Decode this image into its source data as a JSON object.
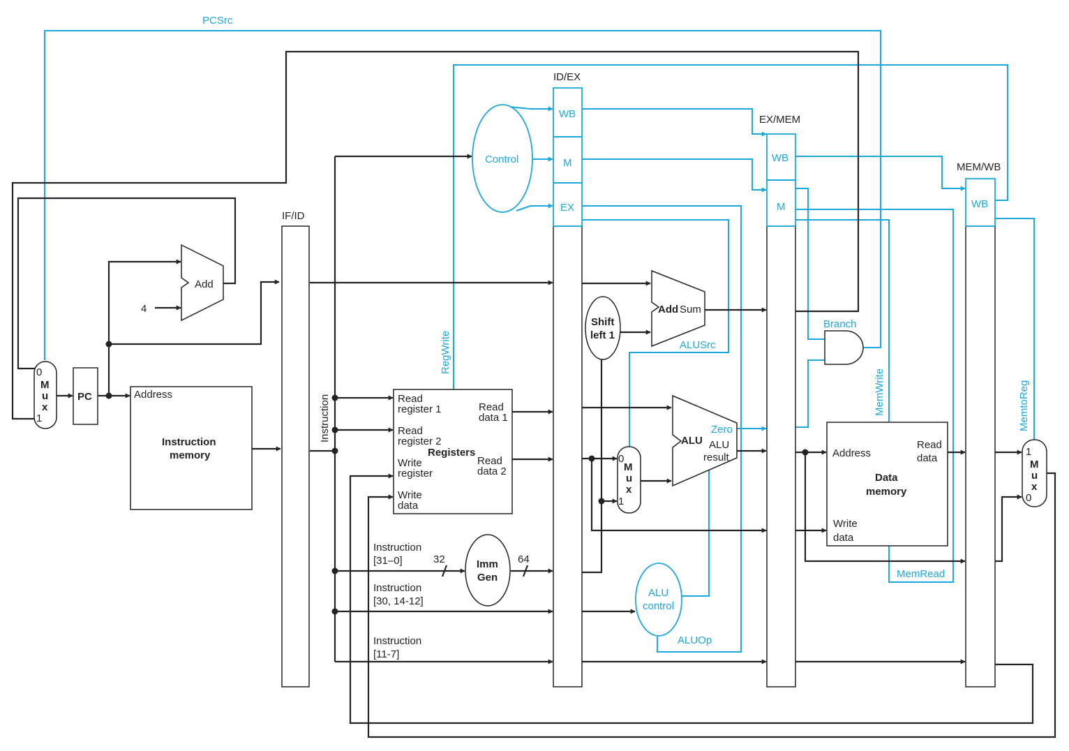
{
  "signals": {
    "pcsrc": "PCSrc",
    "regwrite": "RegWrite",
    "branch": "Branch",
    "memwrite": "MemWrite",
    "memtoreg": "MemtoReg",
    "memread": "MemRead",
    "alusrc": "ALUSrc",
    "aluop": "ALUOp"
  },
  "pipeline": {
    "ifid": "IF/ID",
    "idex": "ID/EX",
    "exmem": "EX/MEM",
    "memwb": "MEM/WB",
    "wb": "WB",
    "m": "M",
    "ex": "EX"
  },
  "units": {
    "control": "Control",
    "add": "Add",
    "add_sum": "Sum",
    "four": "4",
    "pc": "PC",
    "address": "Address",
    "imem_line1": "Instruction",
    "imem_line2": "memory",
    "instruction": "Instruction",
    "registers": "Registers",
    "read_register_1": [
      "Read",
      "register 1"
    ],
    "read_register_2": [
      "Read",
      "register 2"
    ],
    "write_register": [
      "Write",
      "register"
    ],
    "write_data": [
      "Write",
      "data"
    ],
    "read_data_1": [
      "Read",
      "data 1"
    ],
    "read_data_2": [
      "Read",
      "data 2"
    ],
    "shift_left": [
      "Shift",
      "left 1"
    ],
    "alu": "ALU",
    "zero": "Zero",
    "alu_result": [
      "ALU",
      "result"
    ],
    "alu_control": [
      "ALU",
      "control"
    ],
    "imm_gen": [
      "Imm",
      "Gen"
    ],
    "bits_32": "32",
    "bits_64": "64",
    "instr_31_0": [
      "Instruction",
      "[31–0]"
    ],
    "instr_30_14_12": [
      "Instruction",
      "[30, 14-12]"
    ],
    "instr_11_7": [
      "Instruction",
      "[11-7]"
    ],
    "mux_letters": [
      "M",
      "u",
      "x"
    ],
    "zero_in": "0",
    "one_in": "1",
    "dmem_address": "Address",
    "dmem_read_data": [
      "Read",
      "data"
    ],
    "dmem_write_data": [
      "Write",
      "data"
    ],
    "dmem_title": [
      "Data",
      "memory"
    ]
  },
  "colors": {
    "datapath": "#222222",
    "control": "#1ba8dc"
  },
  "icons": [
    "arrow-head",
    "junction-dot",
    "bus-slash"
  ]
}
